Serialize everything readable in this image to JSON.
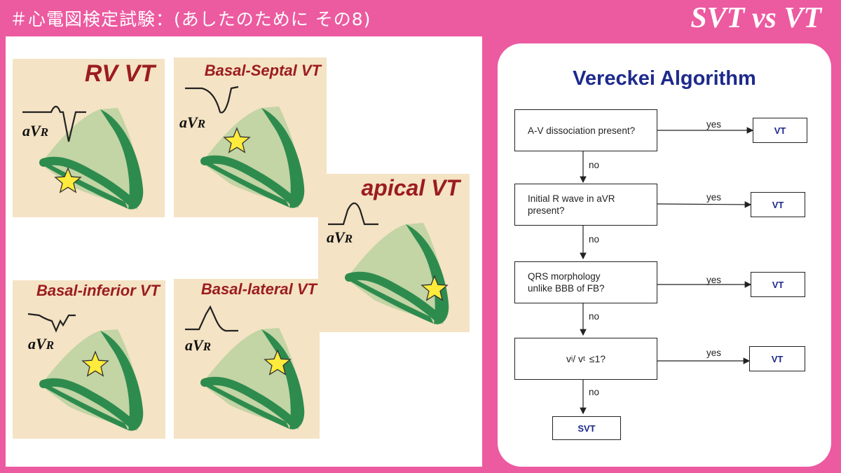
{
  "header": {
    "hashtag": "＃心電図検定試験：(あしたのために その8)",
    "title": "SVT vs VT"
  },
  "tiles": [
    {
      "label": "RV VT",
      "lead": "aV",
      "lead_sub": "R"
    },
    {
      "label": "Basal-Septal VT",
      "lead": "aV",
      "lead_sub": "R"
    },
    {
      "label": "apical VT",
      "lead": "aV",
      "lead_sub": "R"
    },
    {
      "label": "Basal-inferior VT",
      "lead": "aV",
      "lead_sub": "R"
    },
    {
      "label": "Basal-lateral VT",
      "lead": "aV",
      "lead_sub": "R"
    }
  ],
  "algorithm": {
    "title": "Vereckei Algorithm",
    "steps": [
      {
        "question": "A-V dissociation present?",
        "yes": "yes",
        "no": "no",
        "result": "VT"
      },
      {
        "question": "Initial R wave in aVR present?",
        "yes": "yes",
        "no": "no",
        "result": "VT"
      },
      {
        "question": "QRS morphology unlike BBB of FB?",
        "yes": "yes",
        "no": "no",
        "result": "VT"
      },
      {
        "question_v": "v",
        "question_i": "i",
        "question_sep": " / v",
        "question_t": "t",
        "question_rest": " ≤1?",
        "yes": "yes",
        "no": "no",
        "result": "VT"
      }
    ],
    "final": "SVT"
  },
  "colors": {
    "background": "#ec5aa0",
    "tile": "#f4e3c4",
    "tile_label": "#9b1c20",
    "heart_wall": "#2e8b4e",
    "heart_fill": "#b6cf9e",
    "star": "#ffeb3b",
    "algo_title": "#1d2a8c"
  }
}
